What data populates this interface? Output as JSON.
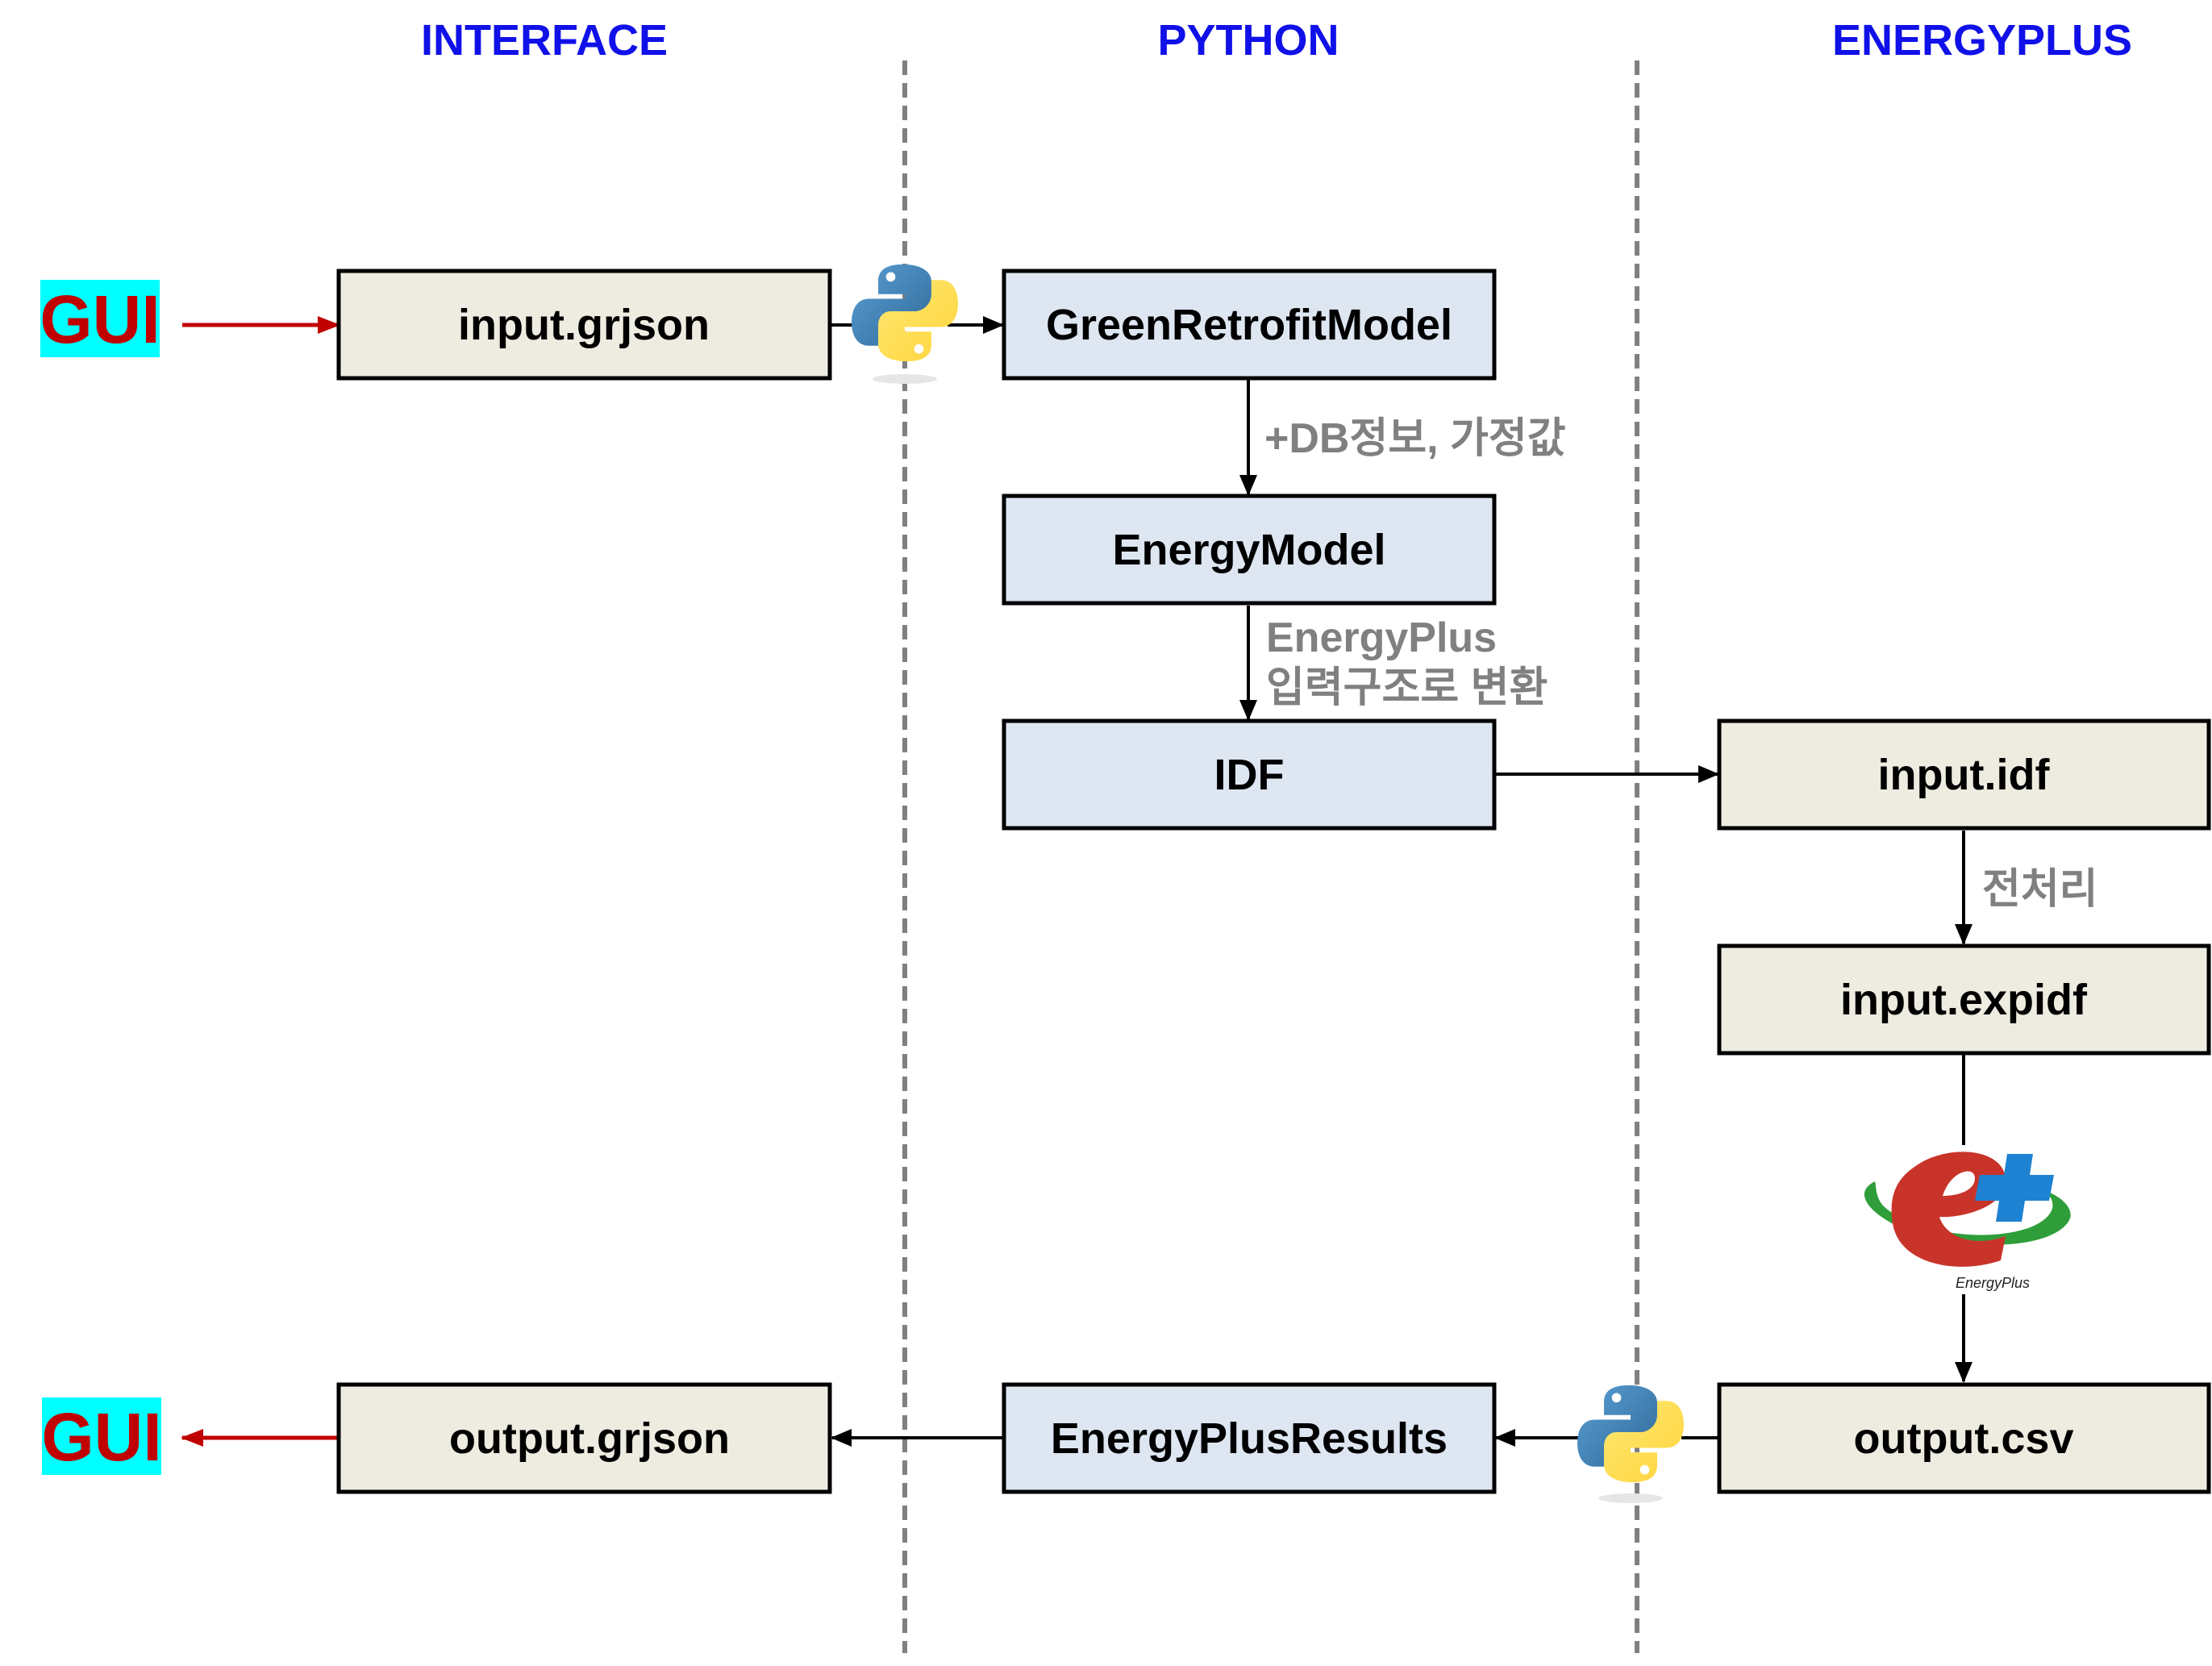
{
  "columns": {
    "interface": "INTERFACE",
    "python": "PYTHON",
    "energyplus": "ENERGYPLUS"
  },
  "gui": {
    "input_label": "GUI",
    "output_label": "GUI"
  },
  "boxes": {
    "input_grjson": "input.grjson",
    "green_retrofit_model": "GreenRetrofitModel",
    "energy_model": "EnergyModel",
    "idf": "IDF",
    "input_idf": "input.idf",
    "input_expidf": "input.expidf",
    "output_csv": "output.csv",
    "energyplus_results": "EnergyPlusResults",
    "output_grjson": "output.grjson"
  },
  "annotations": {
    "db_info": "+DB정보, 가정값",
    "conversion_line1": "EnergyPlus",
    "conversion_line2": "입력구조로 변환",
    "preprocessing": "전처리"
  },
  "logos": {
    "energyplus_caption": "EnergyPlus",
    "icons": [
      "python-logo-icon",
      "energyplus-logo-icon"
    ]
  },
  "colors": {
    "column_title": "#1010e8",
    "gui_text": "#c00000",
    "gui_highlight": "#00ffff",
    "io_arrow": "#c00000",
    "file_box_fill": "#eeebe0",
    "model_box_fill": "#dde6f1",
    "divider": "#808080",
    "note_text": "#808080"
  }
}
